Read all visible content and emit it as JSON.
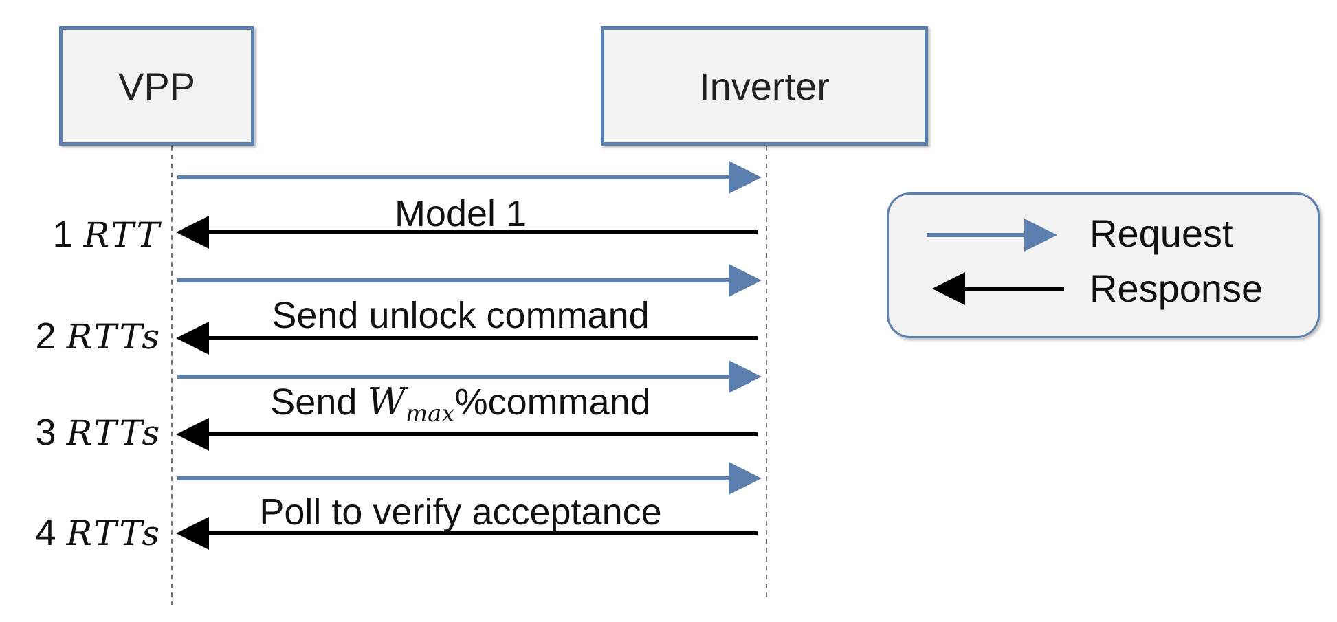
{
  "actors": {
    "left": "VPP",
    "right": "Inverter"
  },
  "exchanges": [
    {
      "index": "1",
      "rtt_text": "RTT",
      "message": "Model 1"
    },
    {
      "index": "2",
      "rtt_text": "RTTs",
      "message": "Send unlock command"
    },
    {
      "index": "3",
      "rtt_text": "RTTs",
      "message_prefix": "Send ",
      "message_math_base": "W",
      "message_math_sub": "max",
      "message_suffix": "%command"
    },
    {
      "index": "4",
      "rtt_text": "RTTs",
      "message": "Poll to verify acceptance"
    }
  ],
  "legend": {
    "request_label": "Request",
    "response_label": "Response"
  },
  "colors": {
    "request_arrow": "#5b7fae",
    "response_arrow": "#000000",
    "actor_border": "#5b7fae",
    "actor_fill": "#f2f2f2",
    "lifeline": "#777777"
  }
}
